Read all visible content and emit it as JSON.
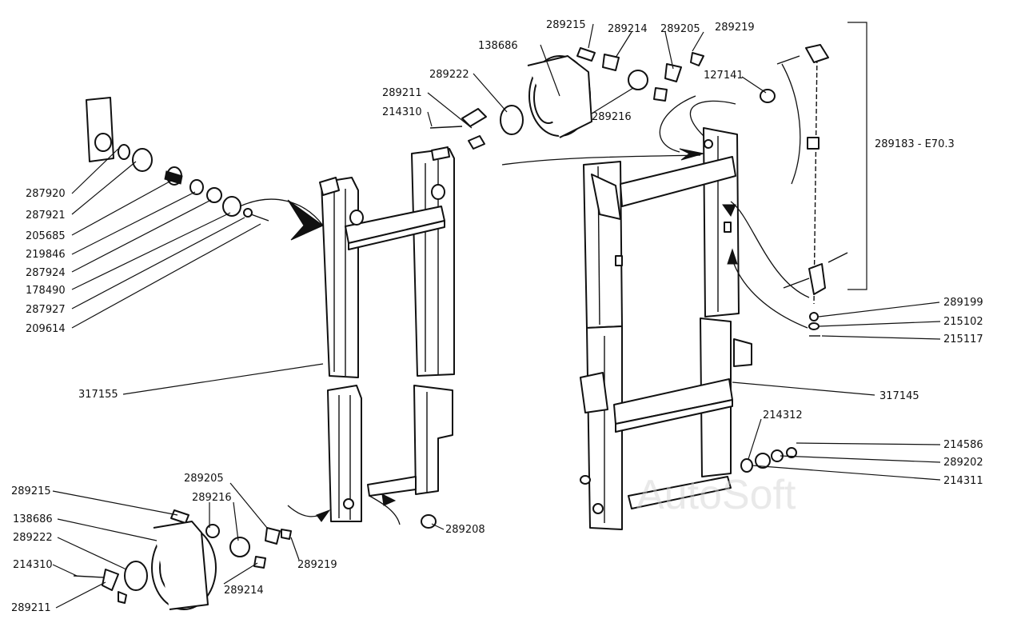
{
  "labels": {
    "l_287920": "287920",
    "l_287921": "287921",
    "l_205685": "205685",
    "l_219846": "219846",
    "l_287924": "287924",
    "l_178490": "178490",
    "l_287927": "287927",
    "l_209614": "209614",
    "l_317155": "317155",
    "l_bl_289215": "289215",
    "l_bl_138686": "138686",
    "l_bl_289222": "289222",
    "l_bl_214310": "214310",
    "l_bl_289211": "289211",
    "l_bl_289205": "289205",
    "l_bl_289216": "289216",
    "l_bl_289214": "289214",
    "l_bl_289219": "289219",
    "l_289208": "289208",
    "l_tp_289211": "289211",
    "l_tp_214310": "214310",
    "l_tp_289222": "289222",
    "l_tp_138686": "138686",
    "l_tp_289215": "289215",
    "l_tp_289214": "289214",
    "l_tp_289205": "289205",
    "l_tp_289219": "289219",
    "l_tp_289216": "289216",
    "l_127141": "127141",
    "l_289183": "289183 - E70.3",
    "l_289199": "289199",
    "l_215102": "215102",
    "l_215117": "215117",
    "l_317145": "317145",
    "l_214312": "214312",
    "l_214586": "214586",
    "l_289202": "289202",
    "l_214311": "214311"
  },
  "watermark": "AutoSoft"
}
